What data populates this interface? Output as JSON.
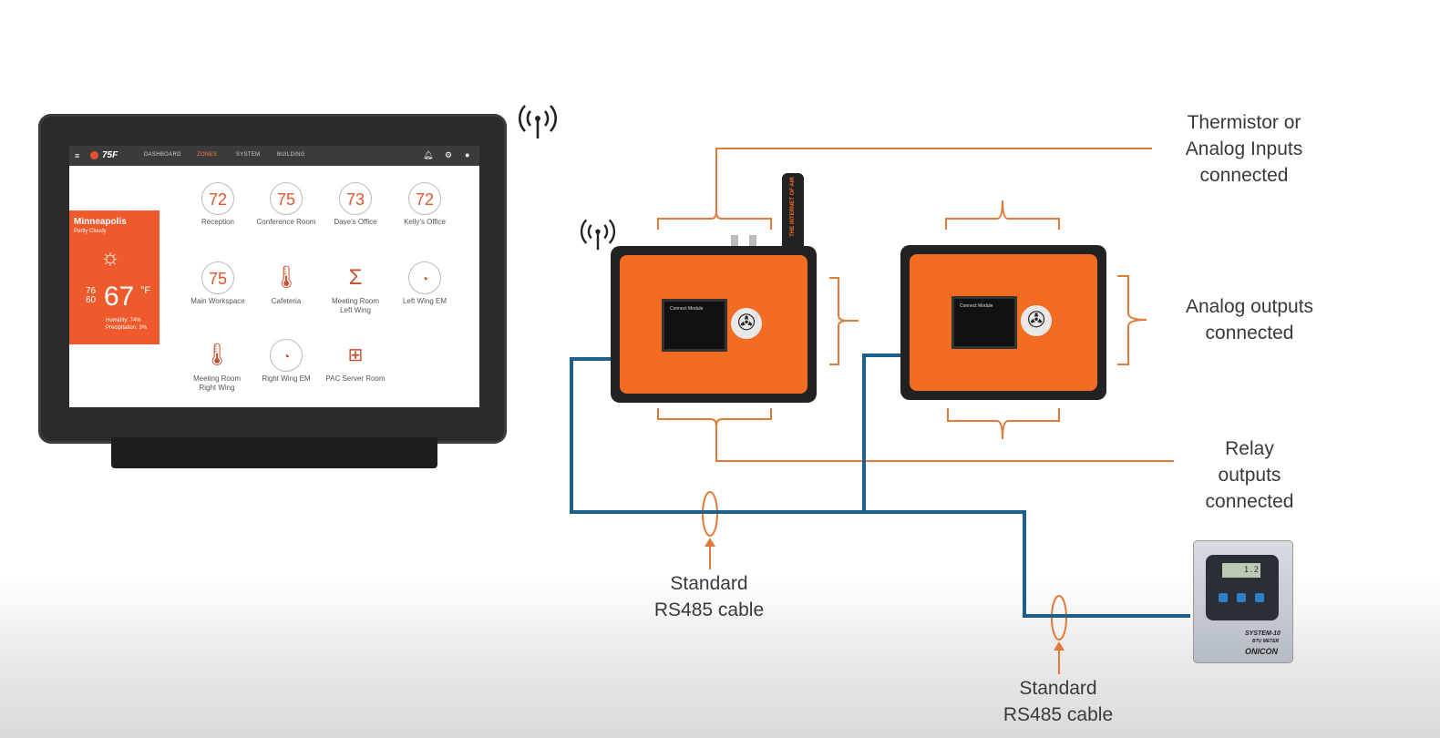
{
  "tablet": {
    "nav": {
      "menu_icon": "menu-icon",
      "logo": "75F",
      "tabs": [
        "DASHBOARD",
        "ZONES",
        "SYSTEM",
        "BUILDING"
      ],
      "active_tab": "ZONES"
    },
    "weather": {
      "city": "Minneapolis",
      "condition": "Partly Cloudy",
      "high": "76",
      "low": "60",
      "temperature": "67",
      "unit": "°F",
      "humidity": "Humidity: 74%",
      "precipitation": "Precipitation: 3%"
    },
    "zones": [
      {
        "label": "Reception",
        "value": "72"
      },
      {
        "label": "Conference Room",
        "value": "75"
      },
      {
        "label": "Dave's Office",
        "value": "73"
      },
      {
        "label": "Kelly's Office",
        "value": "72"
      },
      {
        "label": "Main Workspace",
        "value": "75"
      },
      {
        "label": "Cafeteria",
        "icon": "thermometer-icon"
      },
      {
        "label": "Meeting Room\nLeft Wing",
        "icon": "sigma-icon"
      },
      {
        "label": "Left Wing EM",
        "icon": "gauge-icon"
      },
      {
        "label": "Meeting Room\nRight Wing",
        "icon": "thermometer-icon"
      },
      {
        "label": "Right Wing EM",
        "icon": "gauge-icon"
      },
      {
        "label": "PAC Server Room",
        "icon": "network-icon"
      }
    ]
  },
  "labels": {
    "inputs": "Thermistor or\nAnalog Inputs\nconnected",
    "analog_outputs": "Analog outputs\nconnected",
    "relay_outputs": "Relay\noutputs\nconnected",
    "cable_1": "Standard\nRS485 cable",
    "cable_2": "Standard\nRS485 cable"
  },
  "devices": {
    "antenna_label": "THE INTERNET OF AIR",
    "display_title": "Connect Module",
    "meter_brand": "ONICON",
    "meter_model": "SYSTEM-10",
    "meter_sub": "BTU METER"
  },
  "colors": {
    "accent": "#ef5a2d",
    "bracket": "#e07b39",
    "cable": "#1d5f8a"
  }
}
